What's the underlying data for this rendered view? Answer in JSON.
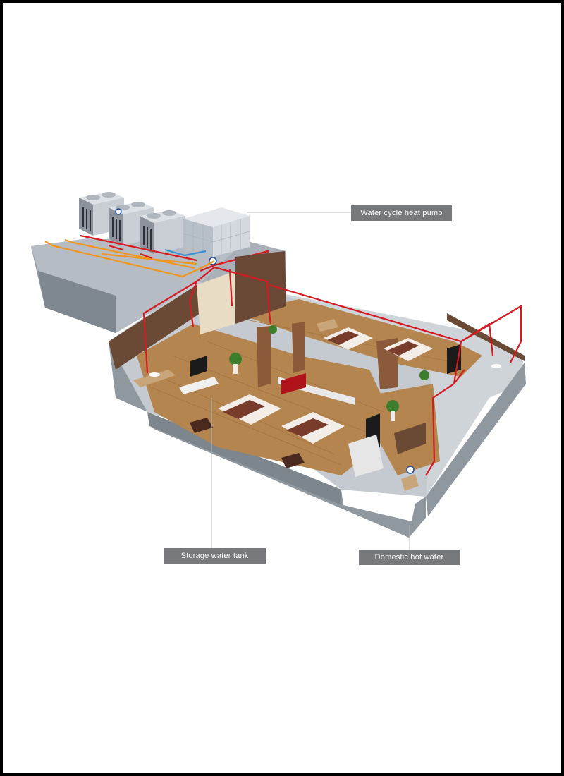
{
  "labels": {
    "heat_pump": "Water cycle heat pump",
    "storage_tank": "Storage water tank",
    "hot_water": "Domestic hot water"
  },
  "colors": {
    "hot_pipe": "#d71920",
    "cold_pipe": "#3a8fd9",
    "return_pipe": "#f0961e",
    "callout_bg": "#777a7d",
    "leader_line": "#b9bcbf"
  },
  "icons": [
    "heat-pump-unit-icon",
    "water-tank-icon",
    "pipe-network-icon",
    "bed-icon",
    "tv-icon",
    "plant-icon",
    "sink-icon"
  ]
}
